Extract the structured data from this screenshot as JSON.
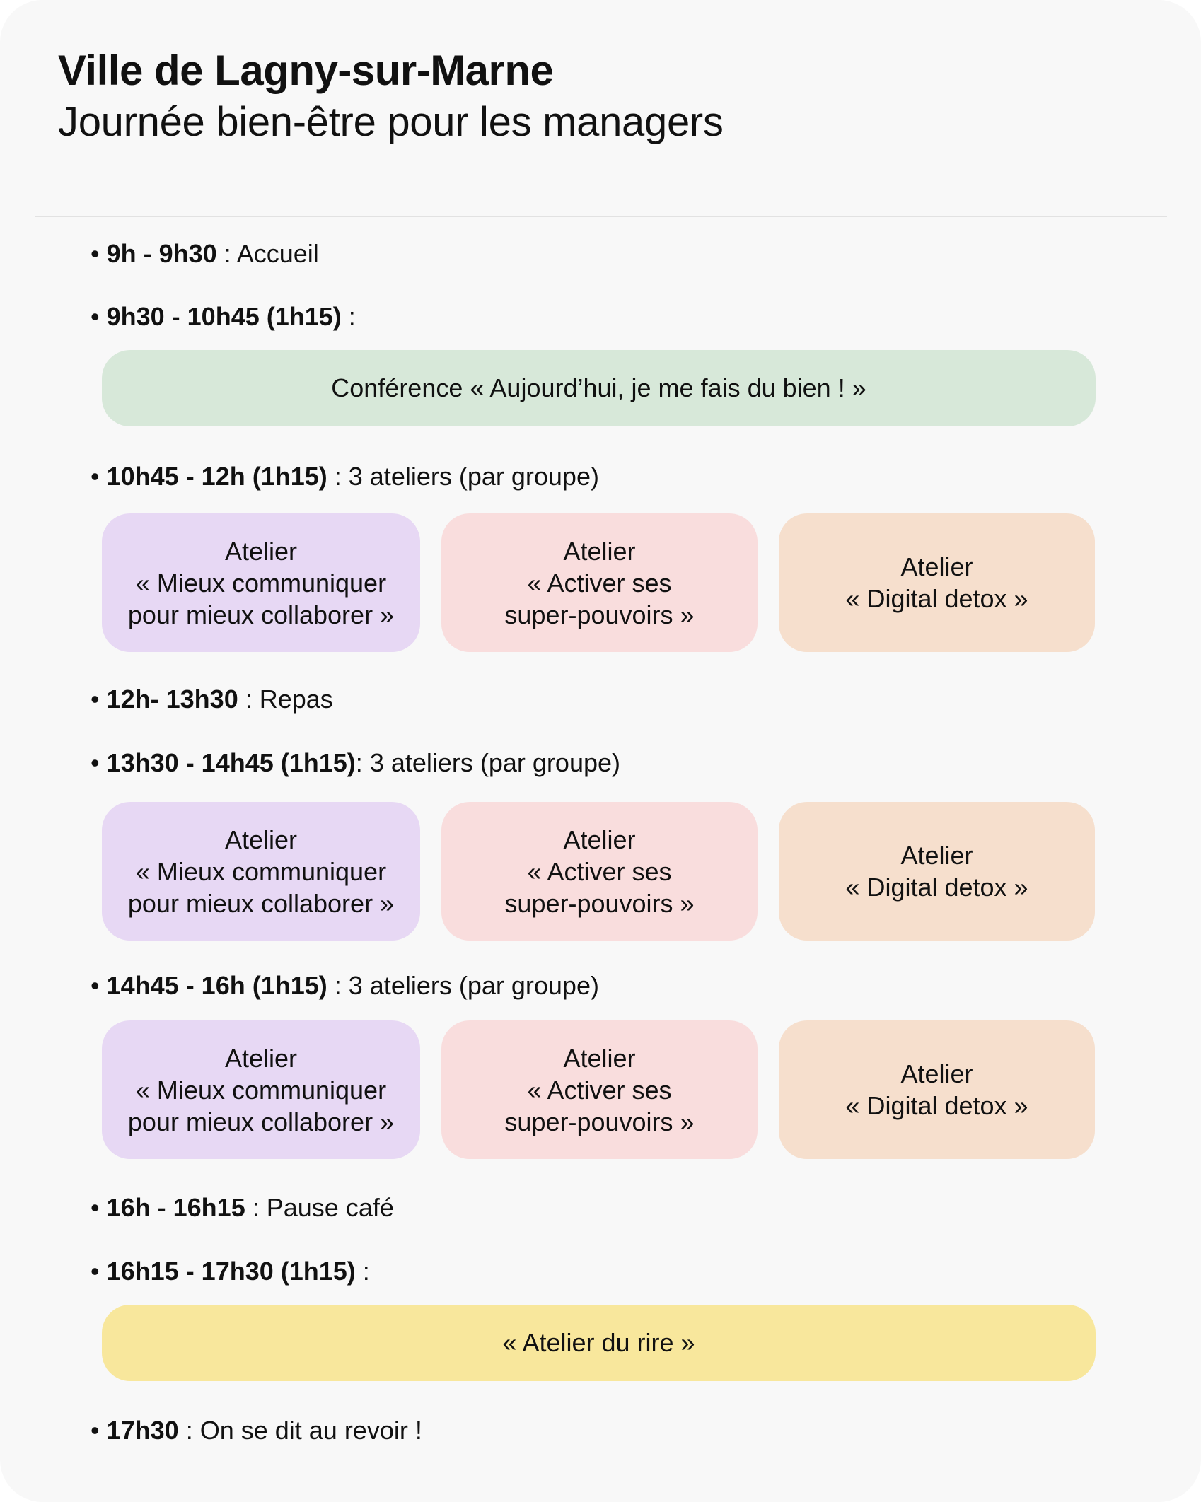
{
  "header": {
    "title": "Ville de Lagny-sur-Marne",
    "subtitle": "Journée bien-être pour les managers"
  },
  "bullet": "•",
  "schedule": [
    {
      "time": "9h - 9h30",
      "sep": " : ",
      "label": "Accueil"
    },
    {
      "time": "9h30 - 10h45 (1h15)",
      "sep": " :",
      "label": ""
    },
    {
      "time": "10h45 - 12h (1h15)",
      "sep": " :  ",
      "label": "3 ateliers (par groupe)"
    },
    {
      "time": "12h- 13h30",
      "sep": " : ",
      "label": "Repas"
    },
    {
      "time": "13h30 - 14h45 (1h15)",
      "sep": ":  ",
      "label": "3 ateliers (par groupe)"
    },
    {
      "time": "14h45 - 16h (1h15)",
      "sep": " :  ",
      "label": "3 ateliers (par groupe)"
    },
    {
      "time": "16h - 16h15",
      "sep": " : ",
      "label": "Pause café"
    },
    {
      "time": "16h15 - 17h30 (1h15)",
      "sep": " :",
      "label": ""
    },
    {
      "time": "17h30",
      "sep": " : ",
      "label": "On se dit au revoir !"
    }
  ],
  "conference": "Conférence « Aujourd’hui, je me fais du bien ! »",
  "rire": "« Atelier du rire »",
  "ateliers": {
    "communiquer": [
      "Atelier",
      "« Mieux communiquer",
      "pour mieux collaborer »"
    ],
    "pouvoirs": [
      "Atelier",
      "« Activer ses",
      "super-pouvoirs »"
    ],
    "detox": [
      "Atelier",
      "« Digital detox  »"
    ]
  },
  "colors": {
    "green": "#d7e8d9",
    "purple": "#e7d8f4",
    "pink": "#f9dddd",
    "peach": "#f6dfcd",
    "yellow": "#f8e79c"
  }
}
